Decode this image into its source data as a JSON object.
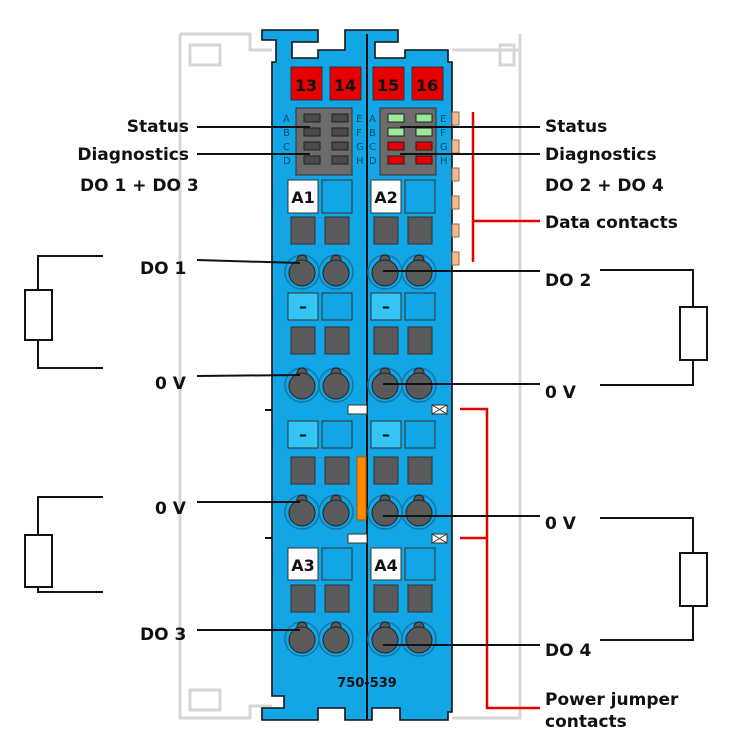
{
  "colors": {
    "module_blue": "#12a6e6",
    "marker_red": "#e60000",
    "led_green": "#9be89b",
    "led_red": "#e60000",
    "terminal_gray": "#5a5a5a",
    "jumper_orange": "#ff8a00",
    "data_contact": "#f5b98a",
    "callout_red": "#e60000"
  },
  "module": {
    "part_number": "750-539",
    "channel_markers": [
      "13",
      "14",
      "15",
      "16"
    ],
    "slot_labels": [
      "A1",
      "A2",
      "A3",
      "A4"
    ],
    "led_letters_left": [
      "A",
      "B",
      "C",
      "D"
    ],
    "led_letters_right": [
      "E",
      "F",
      "G",
      "H"
    ],
    "minus_sign": "–"
  },
  "labels": {
    "status_left": "Status",
    "diagnostics_left": "Diagnostics",
    "do1_do3": "DO 1 + DO 3",
    "status_right": "Status",
    "diagnostics_right": "Diagnostics",
    "do2_do4": "DO 2 + DO 4",
    "data_contacts": "Data contacts",
    "do1": "DO 1",
    "zero_v_1": "0 V",
    "zero_v_2": "0 V",
    "do3": "DO 3",
    "do2": "DO 2",
    "zero_v_3": "0 V",
    "zero_v_4": "0 V",
    "do4": "DO 4",
    "power_jumper_line1": "Power jumper",
    "power_jumper_line2": "contacts"
  }
}
